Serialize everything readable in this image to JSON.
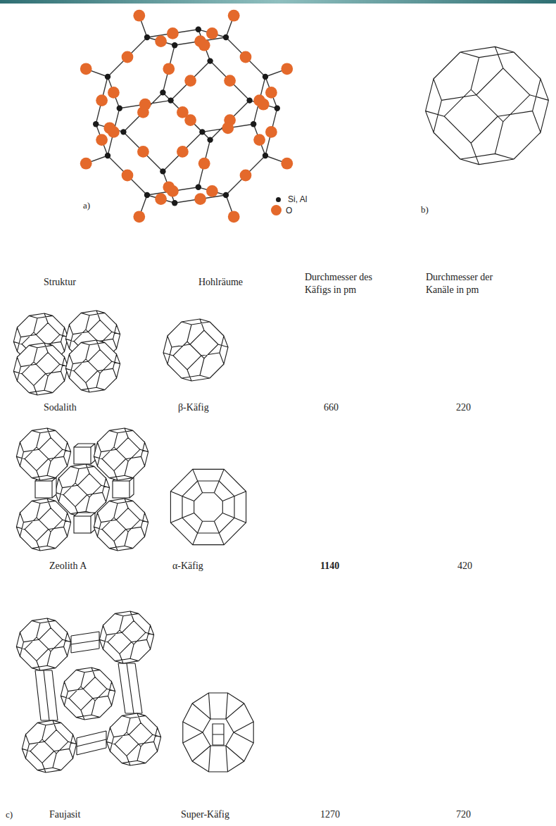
{
  "diagram": {
    "labels": [
      "a)",
      "b)",
      "Struktur",
      "Hohlräume",
      "Durchmesser des Käfigs in pm",
      "Durchmesser der Kanäle in pm",
      "Sodalith",
      "β-Käfig",
      "660",
      "220",
      "Zeolith A",
      "α-Käfig",
      "1140",
      "420",
      "c)",
      "Faujasit",
      "Super-Käfig",
      "1270",
      "720"
    ],
    "legend": [
      {
        "text": "Si, Al",
        "color": "#1a1a1a"
      },
      {
        "text": "O",
        "color": "#e4692b"
      }
    ]
  }
}
